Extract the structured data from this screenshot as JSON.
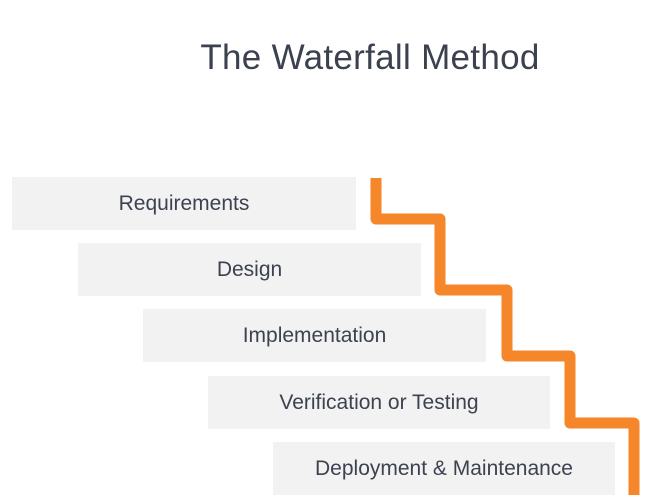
{
  "title": "The Waterfall Method",
  "steps": [
    {
      "label": "Requirements"
    },
    {
      "label": "Design"
    },
    {
      "label": "Implementation"
    },
    {
      "label": "Verification or Testing"
    },
    {
      "label": "Deployment & Maintenance"
    }
  ],
  "colors": {
    "accent": "#f5862a",
    "step_bg": "#f2f2f2",
    "text": "#3d4250"
  }
}
